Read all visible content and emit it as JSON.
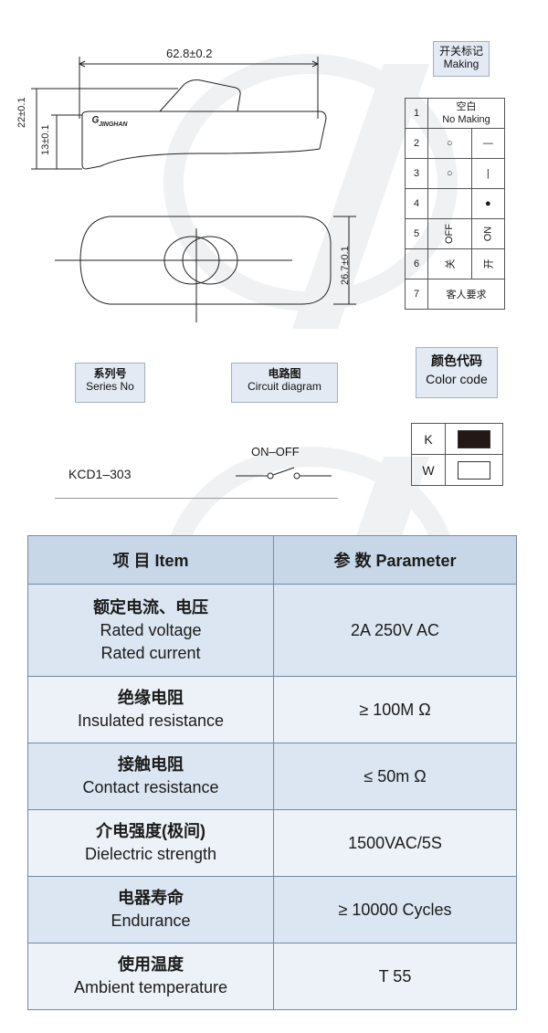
{
  "drawing": {
    "dim_width": "62.8±0.2",
    "dim_height_total": "22±0.1",
    "dim_height_body": "13±0.1",
    "dim_depth": "26.7±0.1",
    "logo_text": "JINGHAN"
  },
  "marking": {
    "header_cn": "开关标记",
    "header_en": "Making",
    "rows": [
      {
        "num": "1",
        "cn": "空白",
        "en": "No Making"
      },
      {
        "num": "2",
        "left": "○",
        "right": "—"
      },
      {
        "num": "3",
        "left": "○",
        "right": "|"
      },
      {
        "num": "4",
        "left": "",
        "right": "●"
      },
      {
        "num": "5",
        "left": "OFF",
        "right": "ON"
      },
      {
        "num": "6",
        "left": "关",
        "right": "开"
      },
      {
        "num": "7",
        "cn": "客人要求"
      }
    ]
  },
  "labels": {
    "series_cn": "系列号",
    "series_en": "Series No",
    "circuit_cn": "电路图",
    "circuit_en": "Circuit diagram",
    "color_cn": "颜色代码",
    "color_en": "Color code",
    "series_value": "KCD1–303",
    "circuit_value": "ON–OFF"
  },
  "colors": [
    {
      "code": "K",
      "hex": "#231815"
    },
    {
      "code": "W",
      "hex": "#ffffff"
    }
  ],
  "spec": {
    "header_item": "项 目   Item",
    "header_param": "参 数   Parameter",
    "rows": [
      {
        "cn": "额定电流、电压",
        "en": "Rated voltage",
        "en2": "Rated current",
        "value": "2A   250V AC"
      },
      {
        "cn": "绝缘电阻",
        "en": "Insulated resistance",
        "value": "≥ 100M Ω"
      },
      {
        "cn": "接触电阻",
        "en": "Contact resistance",
        "value": "≤ 50m Ω"
      },
      {
        "cn": "介电强度(极间)",
        "en": "Dielectric strength",
        "value": "1500VAC/5S"
      },
      {
        "cn": "电器寿命",
        "en": "Endurance",
        "value": "≥ 10000 Cycles"
      },
      {
        "cn": "使用温度",
        "en": "Ambient temperature",
        "value": "T 55"
      }
    ]
  }
}
